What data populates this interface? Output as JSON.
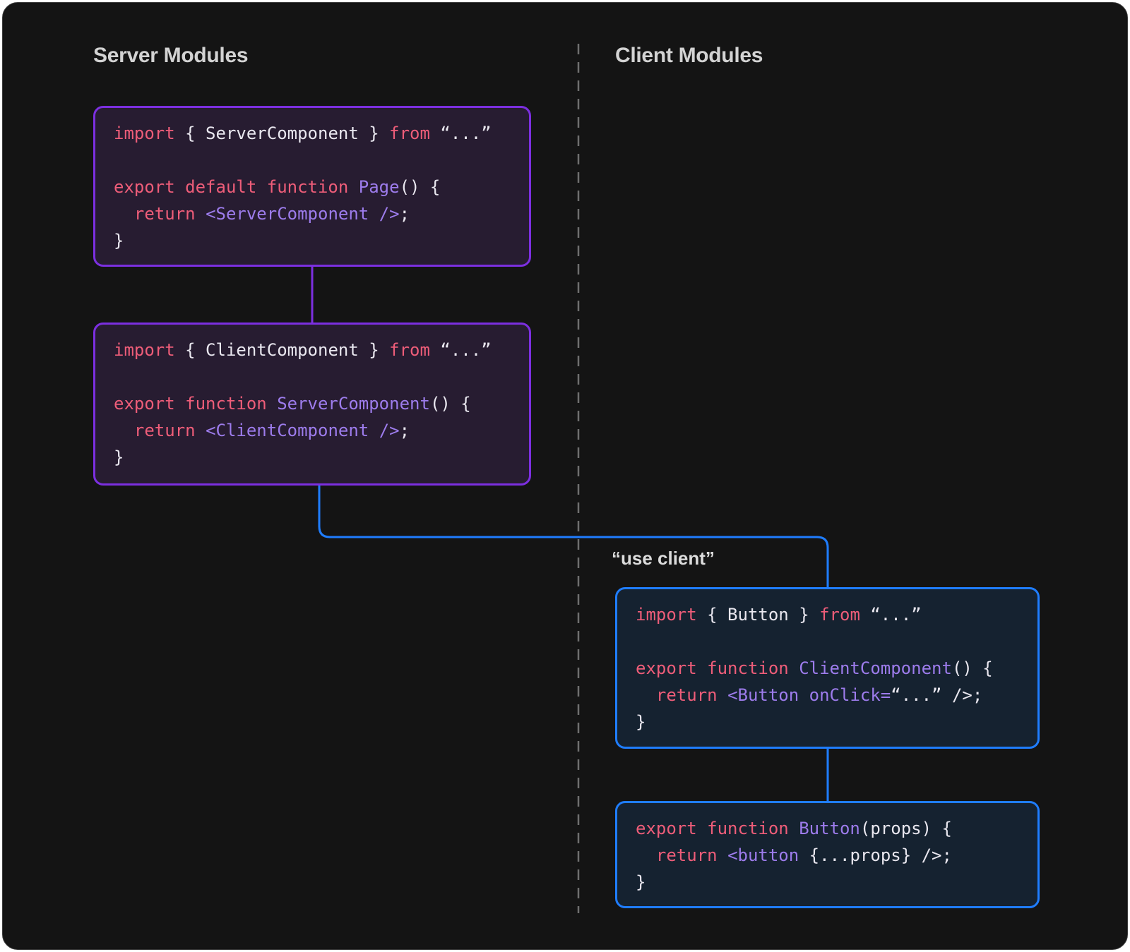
{
  "colors": {
    "panel-bg": "#141414",
    "panel-border": "#3a3a3a",
    "heading": "#d3d3d3",
    "dash": "#6f6f6f",
    "purple-border": "#7c2fe0",
    "purple-bg": "#271c31",
    "blue-border": "#1f7dff",
    "blue-bg": "#152230",
    "pink": "#ee5d79",
    "violet": "#9d7cec",
    "code": "#e9e7ef",
    "use-client": "#dcdcdc"
  },
  "headings": {
    "server": "Server Modules",
    "client": "Client Modules"
  },
  "use_client_label": "“use client”",
  "boxes": [
    {
      "name": "page-module",
      "side": "server",
      "lines": [
        [
          [
            "k",
            "import"
          ],
          [
            "p",
            " { ServerComponent } "
          ],
          [
            "k",
            "from"
          ],
          [
            "p",
            " “...”"
          ]
        ],
        [],
        [
          [
            "k",
            "export default function "
          ],
          [
            "c",
            "Page"
          ],
          [
            "p",
            "() {"
          ]
        ],
        [
          [
            "p",
            "  "
          ],
          [
            "k",
            "return"
          ],
          [
            "p",
            " "
          ],
          [
            "c",
            "<ServerComponent />"
          ],
          [
            "p",
            ";"
          ]
        ],
        [
          [
            "p",
            "}"
          ]
        ]
      ]
    },
    {
      "name": "server-component-module",
      "side": "server",
      "lines": [
        [
          [
            "k",
            "import"
          ],
          [
            "p",
            " { ClientComponent } "
          ],
          [
            "k",
            "from"
          ],
          [
            "p",
            " “...”"
          ]
        ],
        [],
        [
          [
            "k",
            "export function "
          ],
          [
            "c",
            "ServerComponent"
          ],
          [
            "p",
            "() {"
          ]
        ],
        [
          [
            "p",
            "  "
          ],
          [
            "k",
            "return"
          ],
          [
            "p",
            " "
          ],
          [
            "c",
            "<ClientComponent />"
          ],
          [
            "p",
            ";"
          ]
        ],
        [
          [
            "p",
            "}"
          ]
        ]
      ]
    },
    {
      "name": "client-component-module",
      "side": "client",
      "lines": [
        [
          [
            "k",
            "import"
          ],
          [
            "p",
            " { Button } "
          ],
          [
            "k",
            "from"
          ],
          [
            "p",
            " “...”"
          ]
        ],
        [],
        [
          [
            "k",
            "export function "
          ],
          [
            "c",
            "ClientComponent"
          ],
          [
            "p",
            "() {"
          ]
        ],
        [
          [
            "p",
            "  "
          ],
          [
            "k",
            "return"
          ],
          [
            "p",
            " "
          ],
          [
            "c",
            "<Button onClick="
          ],
          [
            "p",
            "“...” />;"
          ]
        ],
        [
          [
            "p",
            "}"
          ]
        ]
      ]
    },
    {
      "name": "button-module",
      "side": "client",
      "lines": [
        [
          [
            "k",
            "export function "
          ],
          [
            "c",
            "Button"
          ],
          [
            "p",
            "(props) {"
          ]
        ],
        [
          [
            "p",
            "  "
          ],
          [
            "k",
            "return"
          ],
          [
            "p",
            " "
          ],
          [
            "c",
            "<button"
          ],
          [
            "p",
            " {...props} />;"
          ]
        ],
        [
          [
            "p",
            "}"
          ]
        ]
      ]
    }
  ]
}
